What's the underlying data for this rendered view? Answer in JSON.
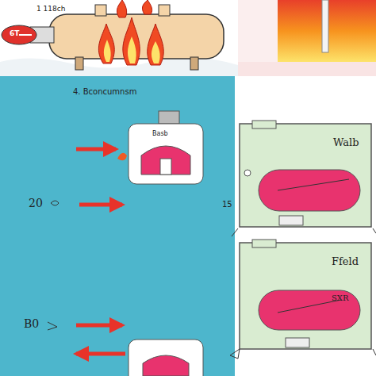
{
  "diagram": {
    "nodes": [
      {
        "text": [
          "4. Bconcumnsm"
        ]
      },
      {
        "text": [
          "Basb"
        ],
        "in": 0
      },
      {
        "text": [
          "Walb"
        ]
      },
      {
        "text": [
          "Ffeld"
        ]
      },
      {
        "text": [
          "SXR"
        ],
        "in": 3
      }
    ],
    "labels": [
      "6T",
      "1 118ch",
      "20",
      "B0",
      "15"
    ]
  }
}
